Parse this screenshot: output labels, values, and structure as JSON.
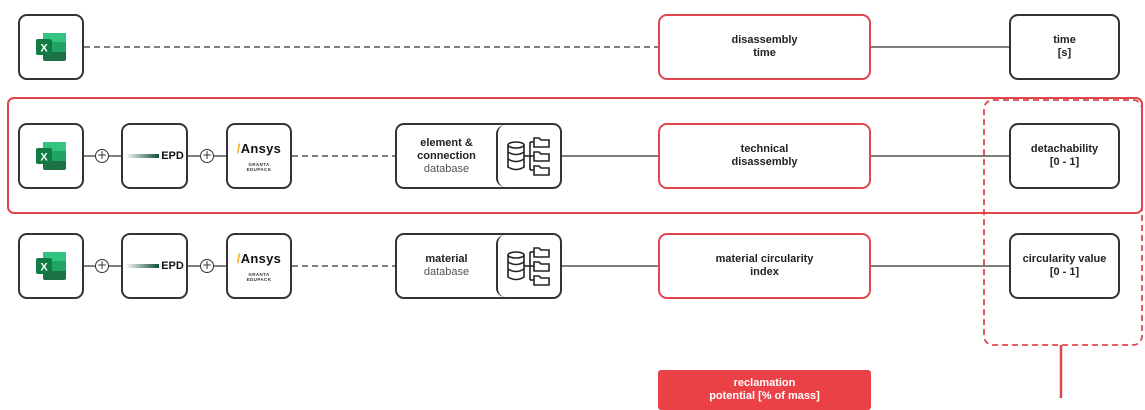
{
  "colors": {
    "accent": "#e0474c",
    "filled": "#ec4047",
    "stroke": "#333333"
  },
  "rows": [
    {
      "sources": [
        "excel-icon"
      ],
      "process": {
        "line1": "disassembly",
        "line2": "time"
      },
      "output": {
        "line1": "time",
        "line2": "[s]"
      }
    },
    {
      "sources": [
        "excel-icon",
        "epd-logo",
        "ansys-granta-logo"
      ],
      "database": {
        "line1": "element &",
        "line2": "connection",
        "line3": "database"
      },
      "process": {
        "line1": "technical",
        "line2": "disassembly"
      },
      "output": {
        "line1": "detachability",
        "line2": "[0 - 1]"
      }
    },
    {
      "sources": [
        "excel-icon",
        "epd-logo",
        "ansys-granta-logo"
      ],
      "database": {
        "line1": "material",
        "line2": "database"
      },
      "process": {
        "line1": "material circularity",
        "line2": "index"
      },
      "output": {
        "line1": "circularity value",
        "line2": "[0 - 1]"
      }
    }
  ],
  "logos": {
    "epd": "EPD",
    "ansys": "Ansys",
    "ansys_sub1": "GRANTA",
    "ansys_sub2": "EDUPACK",
    "excel_letter": "X",
    "plus": "+"
  },
  "result": {
    "line1": "reclamation",
    "line2": "potential [% of mass]"
  }
}
